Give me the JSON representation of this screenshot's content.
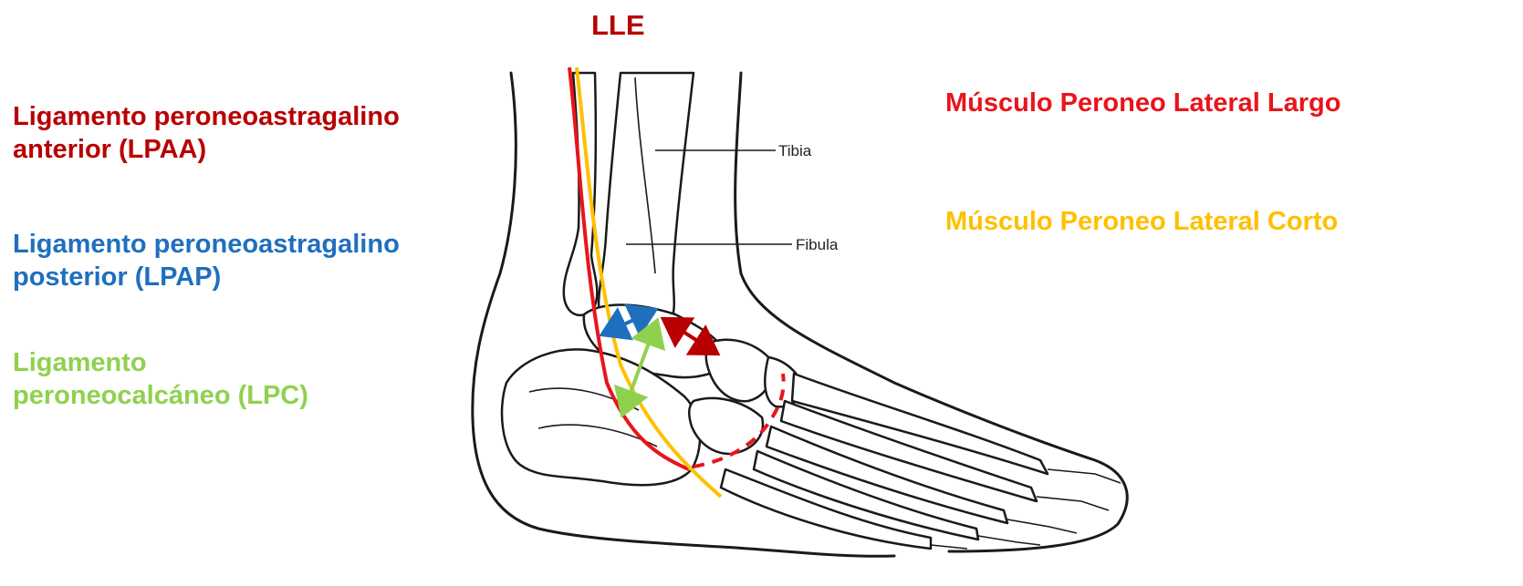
{
  "colors": {
    "dark_red": "#b80000",
    "red": "#e8151b",
    "blue": "#1f6fbf",
    "green": "#8fd14f",
    "orange": "#ffc000",
    "line": "#1a1a1a"
  },
  "title": "LLE",
  "ligaments": {
    "lpaa": {
      "line1": "Ligamento peroneoastragalino",
      "line2": "anterior (LPAA)"
    },
    "lpap": {
      "line1": "Ligamento peroneoastragalino",
      "line2": "posterior (LPAP)"
    },
    "lpc": {
      "line1": "Ligamento",
      "line2": "peroneocalcáneo (LPC)"
    }
  },
  "muscles": {
    "largo": "Músculo Peroneo Lateral Largo",
    "corto": "Músculo Peroneo Lateral Corto"
  },
  "anatomy_labels": {
    "tibia": "Tibia",
    "fibula": "Fibula"
  }
}
